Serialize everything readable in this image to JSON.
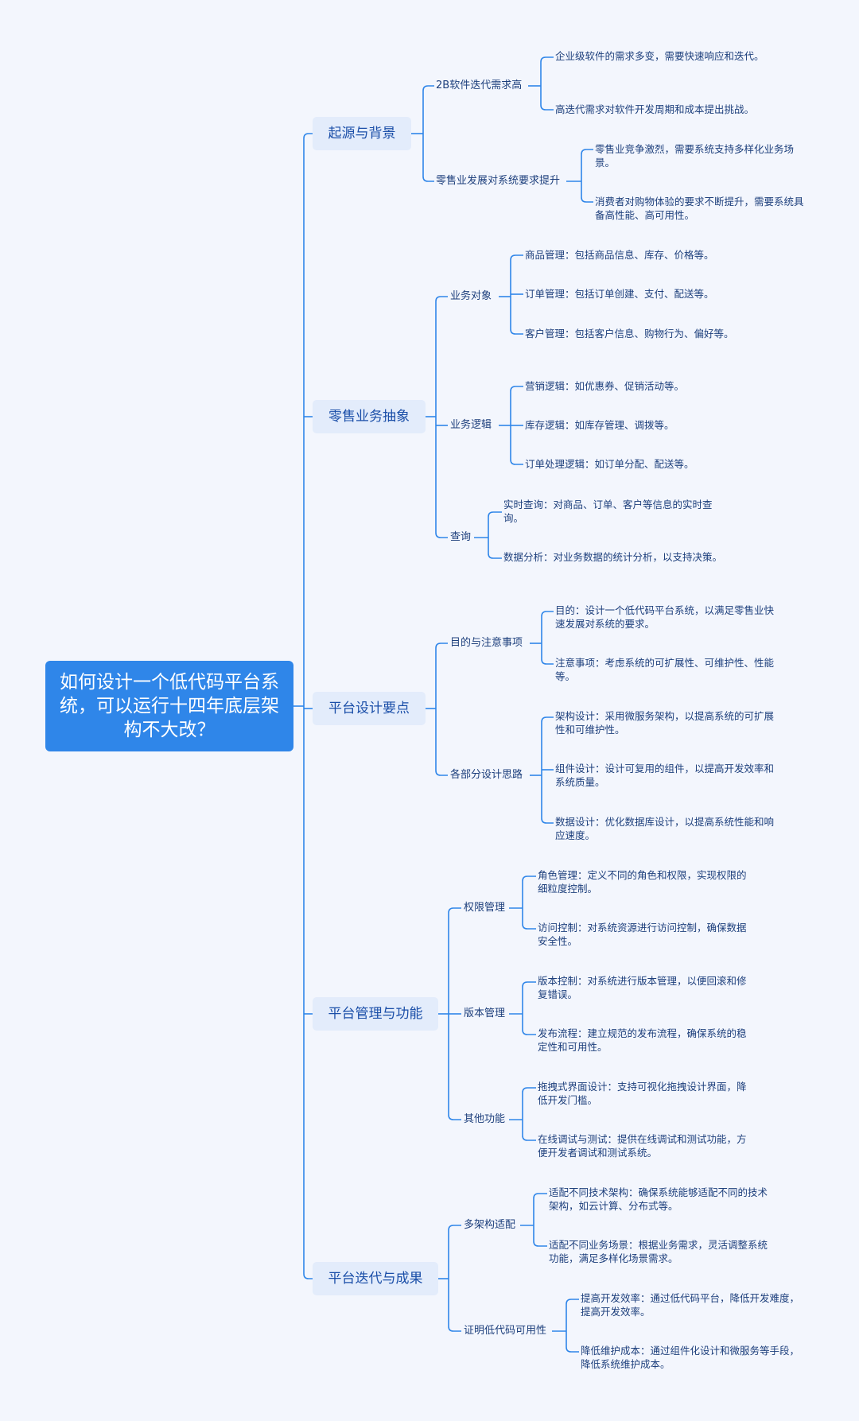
{
  "root": {
    "title": "如何设计一个低代码平台系统，可以运行十四年底层架构不大改？"
  },
  "colors": {
    "root_bg": "#2f86e9",
    "branch_bg": "#e3ecfb",
    "line": "#2f86e9",
    "text": "#1d3f7c",
    "page_bg": "#f3f6fd"
  },
  "branches": [
    {
      "label": "起源与背景",
      "children": [
        {
          "label": "2B软件迭代需求高",
          "children": [
            "企业级软件的需求多变，需要快速响应和迭代。",
            "高迭代需求对软件开发周期和成本提出挑战。"
          ]
        },
        {
          "label": "零售业发展对系统要求提升",
          "children": [
            "零售业竞争激烈，需要系统支持多样化业务场景。",
            "消费者对购物体验的要求不断提升，需要系统具备高性能、高可用性。"
          ]
        }
      ]
    },
    {
      "label": "零售业务抽象",
      "children": [
        {
          "label": "业务对象",
          "children": [
            "商品管理：包括商品信息、库存、价格等。",
            "订单管理：包括订单创建、支付、配送等。",
            "客户管理：包括客户信息、购物行为、偏好等。"
          ]
        },
        {
          "label": "业务逻辑",
          "children": [
            "营销逻辑：如优惠券、促销活动等。",
            "库存逻辑：如库存管理、调拨等。",
            "订单处理逻辑：如订单分配、配送等。"
          ]
        },
        {
          "label": "查询",
          "children": [
            "实时查询：对商品、订单、客户等信息的实时查询。",
            "数据分析：对业务数据的统计分析，以支持决策。"
          ]
        }
      ]
    },
    {
      "label": "平台设计要点",
      "children": [
        {
          "label": "目的与注意事项",
          "children": [
            "目的：设计一个低代码平台系统，以满足零售业快速发展对系统的要求。",
            "注意事项：考虑系统的可扩展性、可维护性、性能等。"
          ]
        },
        {
          "label": "各部分设计思路",
          "children": [
            "架构设计：采用微服务架构，以提高系统的可扩展性和可维护性。",
            "组件设计：设计可复用的组件，以提高开发效率和系统质量。",
            "数据设计：优化数据库设计，以提高系统性能和响应速度。"
          ]
        }
      ]
    },
    {
      "label": "平台管理与功能",
      "children": [
        {
          "label": "权限管理",
          "children": [
            "角色管理：定义不同的角色和权限，实现权限的细粒度控制。",
            "访问控制：对系统资源进行访问控制，确保数据安全性。"
          ]
        },
        {
          "label": "版本管理",
          "children": [
            "版本控制：对系统进行版本管理，以便回滚和修复错误。",
            "发布流程：建立规范的发布流程，确保系统的稳定性和可用性。"
          ]
        },
        {
          "label": "其他功能",
          "children": [
            "拖拽式界面设计：支持可视化拖拽设计界面，降低开发门槛。",
            "在线调试与测试：提供在线调试和测试功能，方便开发者调试和测试系统。"
          ]
        }
      ]
    },
    {
      "label": "平台迭代与成果",
      "children": [
        {
          "label": "多架构适配",
          "children": [
            "适配不同技术架构：确保系统能够适配不同的技术架构，如云计算、分布式等。",
            "适配不同业务场景：根据业务需求，灵活调整系统功能，满足多样化场景需求。"
          ]
        },
        {
          "label": "证明低代码可用性",
          "children": [
            "提高开发效率：通过低代码平台，降低开发难度，提高开发效率。",
            "降低维护成本：通过组件化设计和微服务等手段，降低系统维护成本。"
          ]
        }
      ]
    }
  ]
}
